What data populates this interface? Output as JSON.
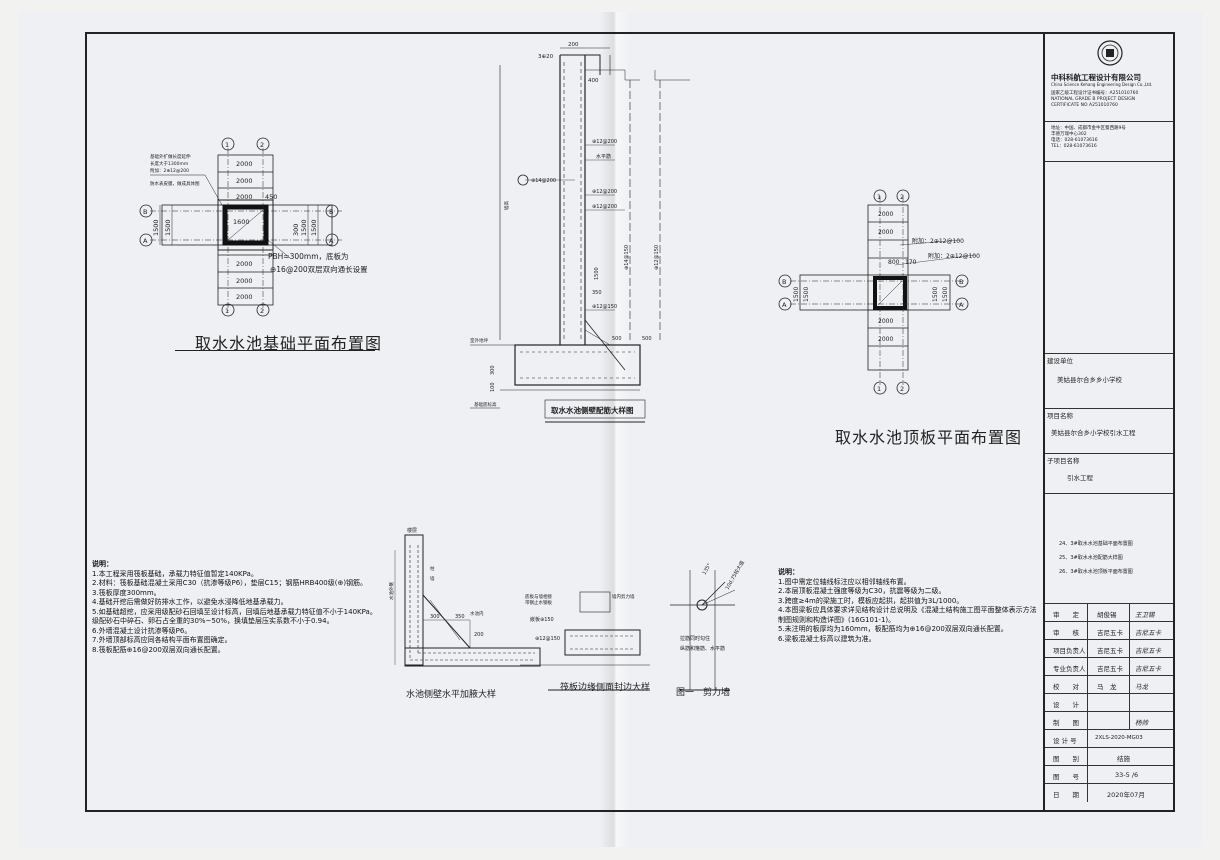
{
  "company": {
    "name": "中科科航工程设计有限公司",
    "name_en": "China Science Kehang Engineering Design Co.,Ltd."
  },
  "cert": [
    "国家乙级工程设计证书编号：A251010760",
    "NATIONAL GRADE B PROJECT DESIGN",
    "CERTIFICATE NO A251010760"
  ],
  "address": [
    "地址：中国、成都市金牛区蜀西路9号",
    "丰德万瑞中心302",
    "电话：028-61073616",
    "TEL：028-61073616"
  ],
  "titleblock": {
    "build_unit_label": "建设单位",
    "build_unit": "美姑县尔合乡乡小学校",
    "project_label": "项目名称",
    "project": "美姑县尔合乡小学校引水工程",
    "subproject_label": "子项目名称",
    "subproject": "引水工程",
    "sheet_list": [
      "24、3#取水水池基础平面布置图",
      "25、3#取水水池配筋大样图",
      "26、3#取水水池顶板平面布置图"
    ],
    "sign_rows": [
      {
        "role": "审　　定",
        "name": "胡俊锡",
        "sig": "王卫锡"
      },
      {
        "role": "审　　核",
        "name": "吉尼五卡",
        "sig": "吉尼五卡"
      },
      {
        "role": "项目负责人",
        "name": "吉尼五卡",
        "sig": "吉尼五卡"
      },
      {
        "role": "专业负责人",
        "name": "吉尼五卡",
        "sig": "吉尼五卡"
      },
      {
        "role": "校　　对",
        "name": "马　龙",
        "sig": "马龙"
      },
      {
        "role": "设　　计",
        "name": "",
        "sig": ""
      },
      {
        "role": "制　　图",
        "name": "",
        "sig": "杨帅"
      }
    ],
    "design_no_label": "设 计 号",
    "design_no": "2XLS-2020-MG03",
    "category_label": "图　　别",
    "category": "结施",
    "sheet_no_label": "图　　号",
    "sheet_no": "33-5 /6",
    "date_label": "日　　期",
    "date": "2020年07月"
  },
  "drawings": {
    "base_plan_title": "取水水池基础平面布置图",
    "wall_detail_title": "取水水池侧壁配筋大样图",
    "roof_plan_title": "取水水池顶板平面布置图",
    "wall_haunch_title": "水池侧壁水平加腋大样",
    "raft_edge_title": "筏板边缘侧面封边大样",
    "shear_wall_title": "图一　剪力墙"
  },
  "base_plan": {
    "grid_1": "1",
    "grid_2": "2",
    "grid_A": "A",
    "grid_B": "B",
    "dims_top": [
      "2000",
      "2000",
      "2000",
      "450"
    ],
    "dims_bottom": [
      "2000",
      "2000",
      "2000"
    ],
    "dims_side": [
      "1500",
      "1500"
    ],
    "label_300": "300",
    "center_dim": "1600",
    "note_lines": [
      "基础外扩做长度延伸",
      "长度大于1300mm",
      "附加：2⊕12@200",
      "防水表皮膜，做成具体图"
    ],
    "pbh_line1": "PBH=300mm，底板为",
    "pbh_line2": "⊕16@200双层双向通长设置"
  },
  "wall_detail": {
    "dims_top": [
      "200",
      "400"
    ],
    "d_3a20": "3⊕20",
    "labels": [
      "⊕12@200",
      "水平筋",
      "⊕14@200",
      "⊕12@200",
      "⊕12@200",
      "⊕14@150",
      "⊕12@150",
      "⊕12@150"
    ],
    "dim_1500": "1500",
    "dim_350": "350",
    "dim_500": [
      "500",
      "500"
    ],
    "dim_300": [
      "300",
      "100"
    ],
    "ground_label": "室外地坪",
    "bottom_label": "基础底标高",
    "height_label": "墙高"
  },
  "roof_plan": {
    "dims_top": [
      "2000",
      "2000"
    ],
    "dims_bottom": [
      "2000",
      "2000"
    ],
    "dims_side": [
      "1500",
      "1500"
    ],
    "dims_right": [
      "1500",
      "1500"
    ],
    "rebar_1": "附加：2⊕12@100",
    "rebar_2": "附加：2⊕12@100",
    "hole_dims": [
      "800",
      "170"
    ]
  },
  "haunch": {
    "labels": [
      "楼层",
      "水池外侧",
      "水池内",
      "柱",
      "墙"
    ],
    "dims": [
      "300",
      "350",
      "200"
    ]
  },
  "raft_edge": {
    "labels": [
      "底板与墙相接",
      "带钢止水钢板",
      "墙内剪力墙",
      "嵌板⊕150",
      "⊕12@150"
    ]
  },
  "shear_wall": {
    "labels": [
      "拉筋同时勾住",
      "纵筋和箍筋、水平筋",
      "135°",
      "10d,75较大值"
    ]
  },
  "notes_left": {
    "title": "说明：",
    "items": [
      "1.本工程采用筏板基础，承载力特征值暂定140KPa。",
      "2.材料：筏板基础混凝土采用C30（抗渗等级P6），垫层C15；钢筋HRB400级(⊕)钢筋。",
      "3.筏板厚度300mm。",
      "4.基础开挖后需做好防排水工作，以避免水浸降低地基承载力。",
      "5.如基础超挖，应采用级配砂石回填至设计标高，回填后地基承载力特征值不小于140KPa。",
      "  级配砂石中碎石、卵石占全重的30%~50%，换填垫层压实系数不小于0.94。",
      "6.外墙混凝土设计抗渗等级P6。",
      "7.外墙顶部标高应同各结构平面布置图确定。",
      "8.筏板配筋⊕16@200双层双向通长配置。"
    ]
  },
  "notes_right": {
    "title": "说明：",
    "items": [
      "1.图中需定位轴线标注应以相邻轴线布置。",
      "2.本层顶板混凝土强度等级为C30，抗震等级为二级。",
      "3.跨度≥4m的梁施工时，模板应起拱，起拱值为3L/1000。",
      "4.本图梁板应具体要求详见结构设计总说明及《混凝土结构施工图平面整体表示方法",
      "  制图规则和构造详图》(16G101-1)。",
      "5.未注明的板厚均为160mm，板配筋均为⊕16@200双层双向通长配置。",
      "6.梁板混凝土标高以建筑为准。"
    ]
  }
}
